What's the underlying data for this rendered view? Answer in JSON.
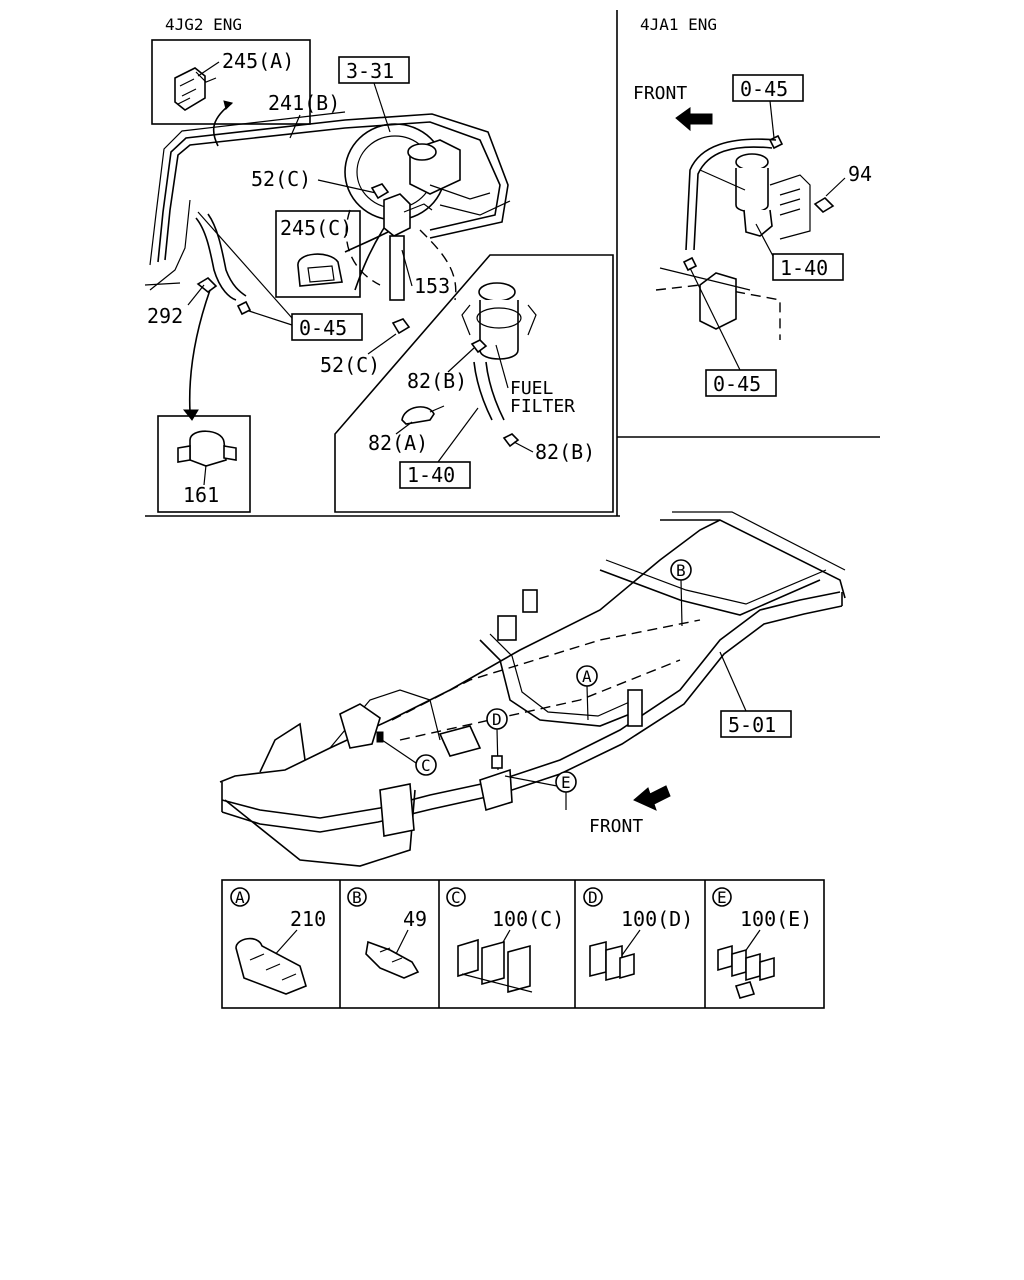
{
  "sections": {
    "left_engine": "4JG2 ENG",
    "right_engine": "4JA1 ENG"
  },
  "labels": {
    "p245a": "245(A)",
    "p241b": "241(B)",
    "p331": "3-31",
    "p52c_top": "52(C)",
    "p245c": "245(C)",
    "p153": "153",
    "p292": "292",
    "p045_left": "0-45",
    "p52c_bottom": "52(C)",
    "p82b_upper": "82(B)",
    "fuel_filter_line1": "FUEL",
    "fuel_filter_line2": "FILTER",
    "p82a": "82(A)",
    "p82b_lower": "82(B)",
    "p140_left": "1-40",
    "p161": "161",
    "front_top": "FRONT",
    "p045_right_top": "0-45",
    "p94": "94",
    "p140_right": "1-40",
    "p045_right_bottom": "0-45",
    "p501": "5-01",
    "front_bottom": "FRONT",
    "callout_a": "A",
    "callout_b": "B",
    "callout_c": "C",
    "callout_d": "D",
    "callout_e": "E"
  },
  "legend": [
    {
      "letter": "A",
      "part": "210"
    },
    {
      "letter": "B",
      "part": "49"
    },
    {
      "letter": "C",
      "part": "100(C)"
    },
    {
      "letter": "D",
      "part": "100(D)"
    },
    {
      "letter": "E",
      "part": "100(E)"
    }
  ]
}
